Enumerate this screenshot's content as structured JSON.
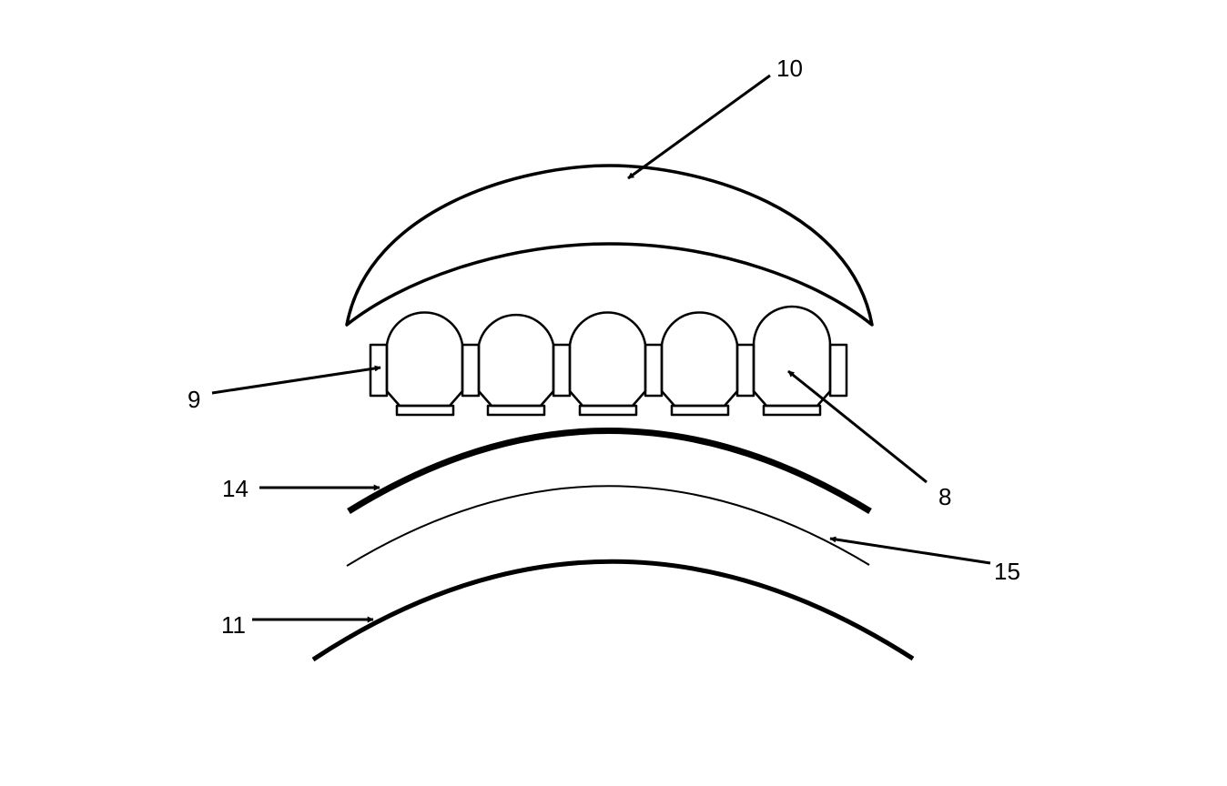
{
  "figure": {
    "colors": {
      "ink": "#000000",
      "background": "#ffffff"
    },
    "labels": {
      "lens": "10",
      "bracket": "9",
      "cell": "8",
      "upper_layer": "14",
      "middle_layer": "15",
      "lower_layer": "11"
    }
  }
}
